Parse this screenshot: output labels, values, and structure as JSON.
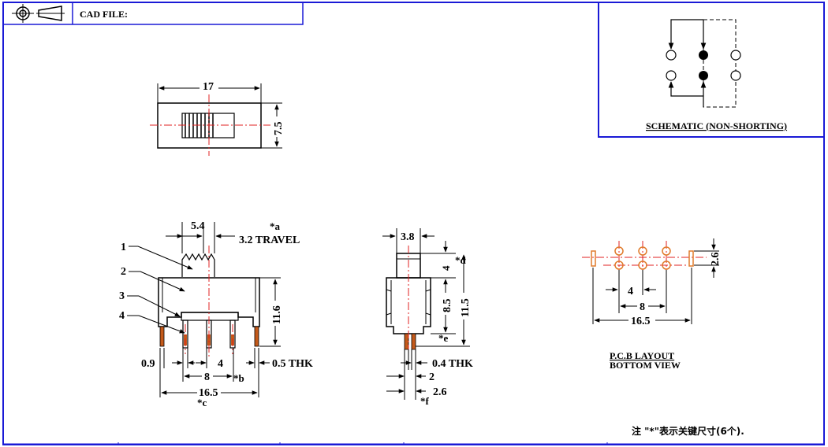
{
  "title_block": {
    "cad_label": "CAD FILE:",
    "cad_value": ""
  },
  "top_view": {
    "width": "17",
    "height": "7.5"
  },
  "front_view": {
    "callouts": [
      "1",
      "2",
      "3",
      "4"
    ],
    "dim_top": "5.4",
    "travel": "3.2  TRAVEL",
    "star_a": "*a",
    "height": "11.6",
    "left_pitch": "0.9",
    "pitch": "4",
    "thk": "0.5  THK",
    "span_8": "8",
    "star_b": "*b",
    "span_165": "16.5",
    "star_c": "*c"
  },
  "side_view": {
    "width": "3.8",
    "act_height": "4",
    "star_d": "*d",
    "body_height": "8.5",
    "total_height": "11.5",
    "star_e": "*e",
    "thk": "0.4  THK",
    "pin_2": "2",
    "pin_26": "2.6",
    "star_f": "*f"
  },
  "pcb_layout": {
    "height": "2.6",
    "pitch": "4",
    "span_8": "8",
    "span_165": "16.5",
    "caption_line1": "P.C.B  LAYOUT",
    "caption_line2": "BOTTOM  VIEW"
  },
  "schematic": {
    "caption": "SCHEMATIC  (NON-SHORTING)"
  },
  "note": "注 \"*\"表示关键尺寸(6个).",
  "colors": {
    "frame": "#1a1ad6",
    "center_line": "#e02020",
    "pad": "#e07a2a",
    "pin": "#c45a1a"
  }
}
